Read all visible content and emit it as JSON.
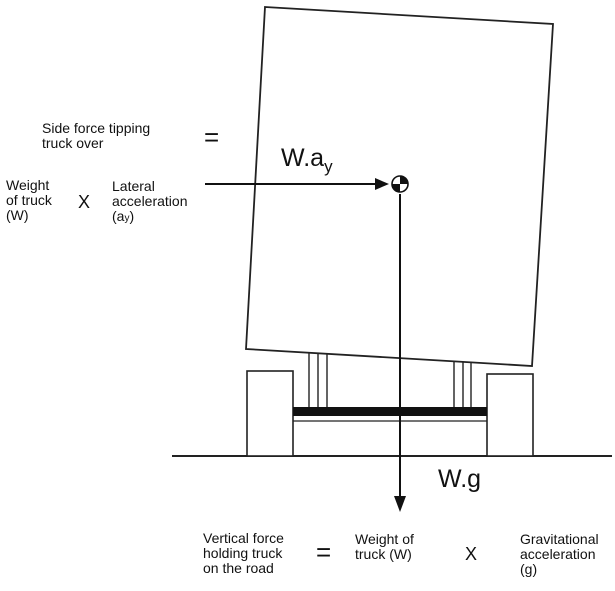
{
  "top_equation": {
    "lhs_label": "Side force tipping\ntruck over",
    "equals": "=",
    "weight_label": "Weight\nof truck\n(W)",
    "times": "X",
    "lateral_label": "Lateral\nacceleration\n(a",
    "lateral_sub": "y",
    "lateral_close": ")"
  },
  "force_labels": {
    "side_force": "W.a",
    "side_force_sub": "y",
    "weight_force": "W.g"
  },
  "bottom_equation": {
    "lhs_label": "Vertical force\nholding truck\non the road",
    "equals": "=",
    "weight_label": "Weight of\ntruck (W)",
    "times": "X",
    "grav_label": "Gravitational\nacceleration\n(g)"
  }
}
